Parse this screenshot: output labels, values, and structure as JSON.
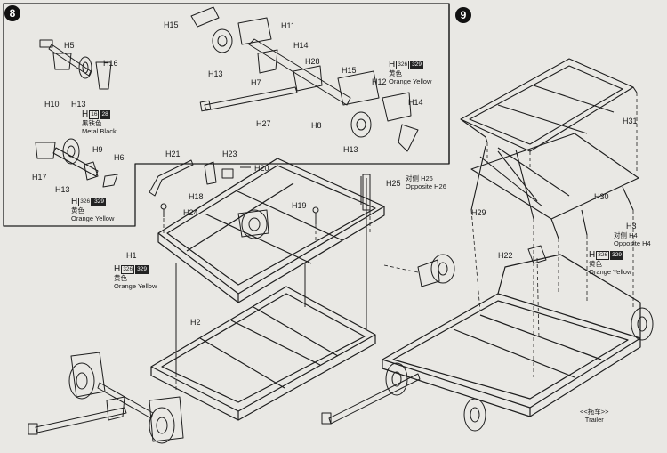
{
  "steps": {
    "step8": {
      "number": "8",
      "parts": {
        "h5": "H5",
        "h16": "H16",
        "h10": "H10",
        "h13a": "H13",
        "h9": "H9",
        "h6": "H6",
        "h17": "H17",
        "h13b": "H13"
      },
      "paint_metal_black": {
        "part": "H",
        "code": "16",
        "code2": "28",
        "cn": "黑铁色",
        "en": "Metal  Black"
      },
      "paint_orange_yellow": {
        "part": "H",
        "code": "326",
        "code2": "329",
        "cn": "黄色",
        "en": "Orange Yellow"
      }
    },
    "step_top": {
      "parts": {
        "h15a": "H15",
        "h11": "H11",
        "h14a": "H14",
        "h28": "H28",
        "h13a": "H13",
        "h7": "H7",
        "h15b": "H15",
        "h12": "H12",
        "h14b": "H14",
        "h27": "H27",
        "h8": "H8",
        "h13b": "H13"
      },
      "paint_orange_yellow": {
        "part": "H",
        "code": "326",
        "code2": "329",
        "cn": "黄色",
        "en": "Orange Yellow"
      }
    },
    "step_main": {
      "parts": {
        "h21": "H21",
        "h23": "H23",
        "h20": "H20",
        "h18": "H18",
        "h24": "H24",
        "h19": "H19",
        "h25": "H25",
        "h1": "H1",
        "h2": "H2"
      },
      "opposite": {
        "cn": "对侧 H26",
        "en": "Opposite H26"
      },
      "paint_orange_yellow": {
        "part": "H",
        "code": "326",
        "code2": "329",
        "cn": "黄色",
        "en": "Orange Yellow"
      }
    },
    "step9": {
      "number": "9",
      "parts": {
        "h31": "H31",
        "h29": "H29",
        "h30": "H30",
        "h3": "H3",
        "h22": "H22"
      },
      "opposite": {
        "cn": "对侧 H4",
        "en": "Opposite H4"
      },
      "paint_orange_yellow": {
        "part": "H",
        "code": "326",
        "code2": "329",
        "cn": "黄色",
        "en": "Orange Yellow"
      },
      "caption_cn": "<<拖车>>",
      "caption_en": "Trailer"
    }
  },
  "colors": {
    "paper": "#e9e8e4",
    "ink": "#1a1a1a"
  }
}
